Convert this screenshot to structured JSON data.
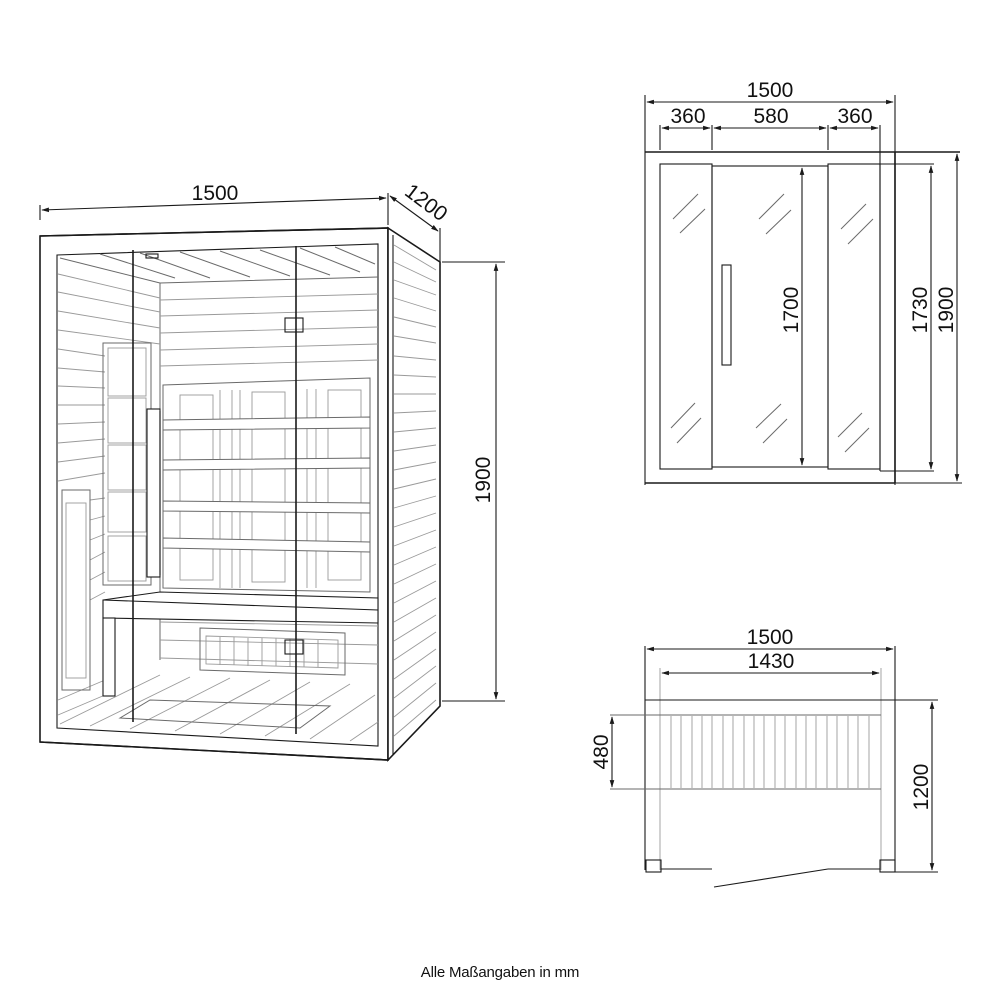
{
  "perspective_view": {
    "width_label": "1500",
    "depth_label": "1200",
    "height_label": "1900"
  },
  "front_view": {
    "total_width_label": "1500",
    "left_panel_label": "360",
    "door_label": "580",
    "right_panel_label": "360",
    "door_height_label": "1700",
    "glass_height_label": "1730",
    "total_height_label": "1900"
  },
  "top_view": {
    "outer_width_label": "1500",
    "inner_width_label": "1430",
    "bench_depth_label": "480",
    "depth_label": "1200"
  },
  "caption": "Alle Maßangaben in mm",
  "colors": {
    "line": "#1a1a1a",
    "fine_line": "#9a9a9a",
    "background": "#ffffff"
  }
}
